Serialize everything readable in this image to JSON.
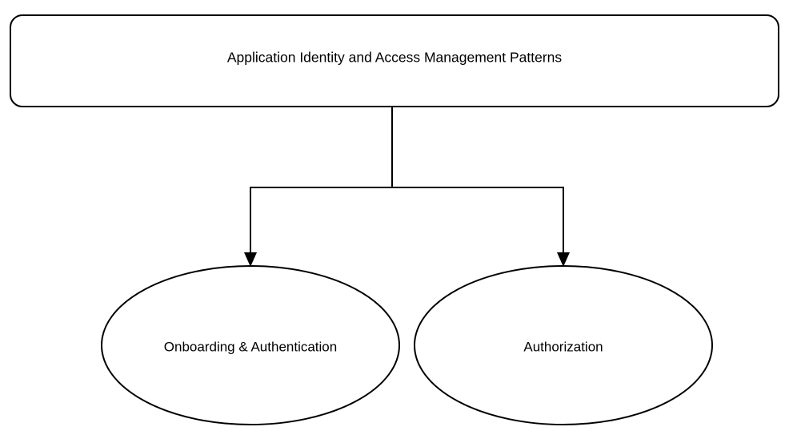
{
  "diagram": {
    "type": "tree-flowchart",
    "background_color": "#ffffff",
    "stroke_color": "#000000",
    "fill_color": "#ffffff",
    "text_color": "#000000",
    "root": {
      "id": "root",
      "shape": "rounded-rectangle",
      "label": "Application Identity and Access Management Patterns"
    },
    "children": [
      {
        "id": "onboarding-authentication",
        "shape": "ellipse",
        "label": "Onboarding & Authentication"
      },
      {
        "id": "authorization",
        "shape": "ellipse",
        "label": "Authorization"
      }
    ],
    "edges": [
      {
        "id": "edge-root-to-onboarding",
        "from": "root",
        "to": "onboarding-authentication",
        "style": "orthogonal",
        "arrow": "filled-triangle"
      },
      {
        "id": "edge-root-to-authorization",
        "from": "root",
        "to": "authorization",
        "style": "orthogonal",
        "arrow": "filled-triangle"
      }
    ]
  }
}
